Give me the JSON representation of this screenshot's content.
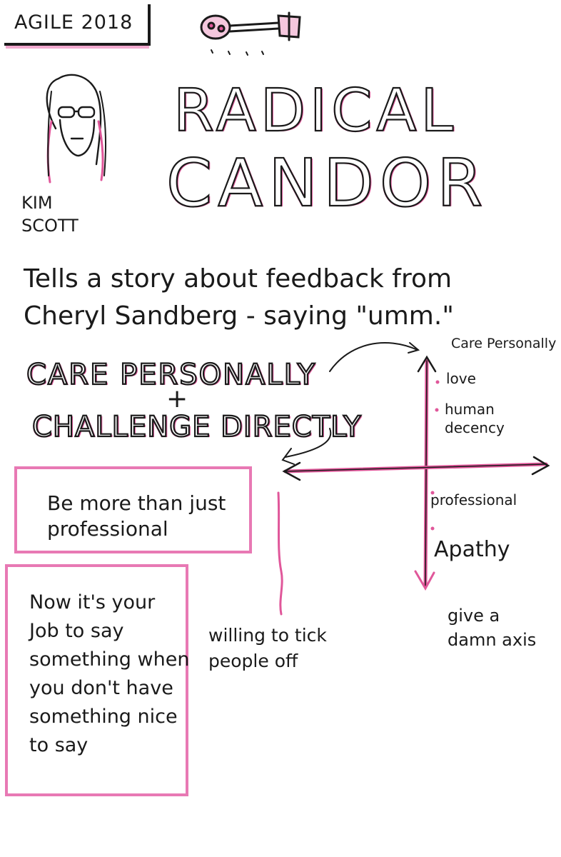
{
  "header": {
    "event_tag": "AGILE 2018",
    "title_line1": "RADICAL",
    "title_line2": "CANDOR",
    "speaker_name_line1": "KIM",
    "speaker_name_line2": "SCOTT"
  },
  "story": {
    "text": "Tells a story about feedback from Cheryl Sandberg - saying \"umm.\""
  },
  "framework": {
    "care": "CARE PERSONALLY",
    "plus": "+",
    "challenge": "CHALLENGE DIRECTLY"
  },
  "notes": {
    "professional": "Be more than just professional",
    "job": "Now it's your Job to say something when you don't have something nice to say"
  },
  "quadrant": {
    "vertical_axis_label": "Care Personally",
    "love": "love",
    "human_decency": "human decency",
    "professional": "professional",
    "apathy": "Apathy",
    "give_a_damn_axis": "give a damn axis",
    "willing": "willing to tick people off"
  },
  "colors": {
    "ink": "#1a1a1a",
    "accent_pink": "#e0579a",
    "box_pink": "#e879b4"
  },
  "icons": [
    "key-doodle-icon",
    "speaker-portrait-icon"
  ]
}
